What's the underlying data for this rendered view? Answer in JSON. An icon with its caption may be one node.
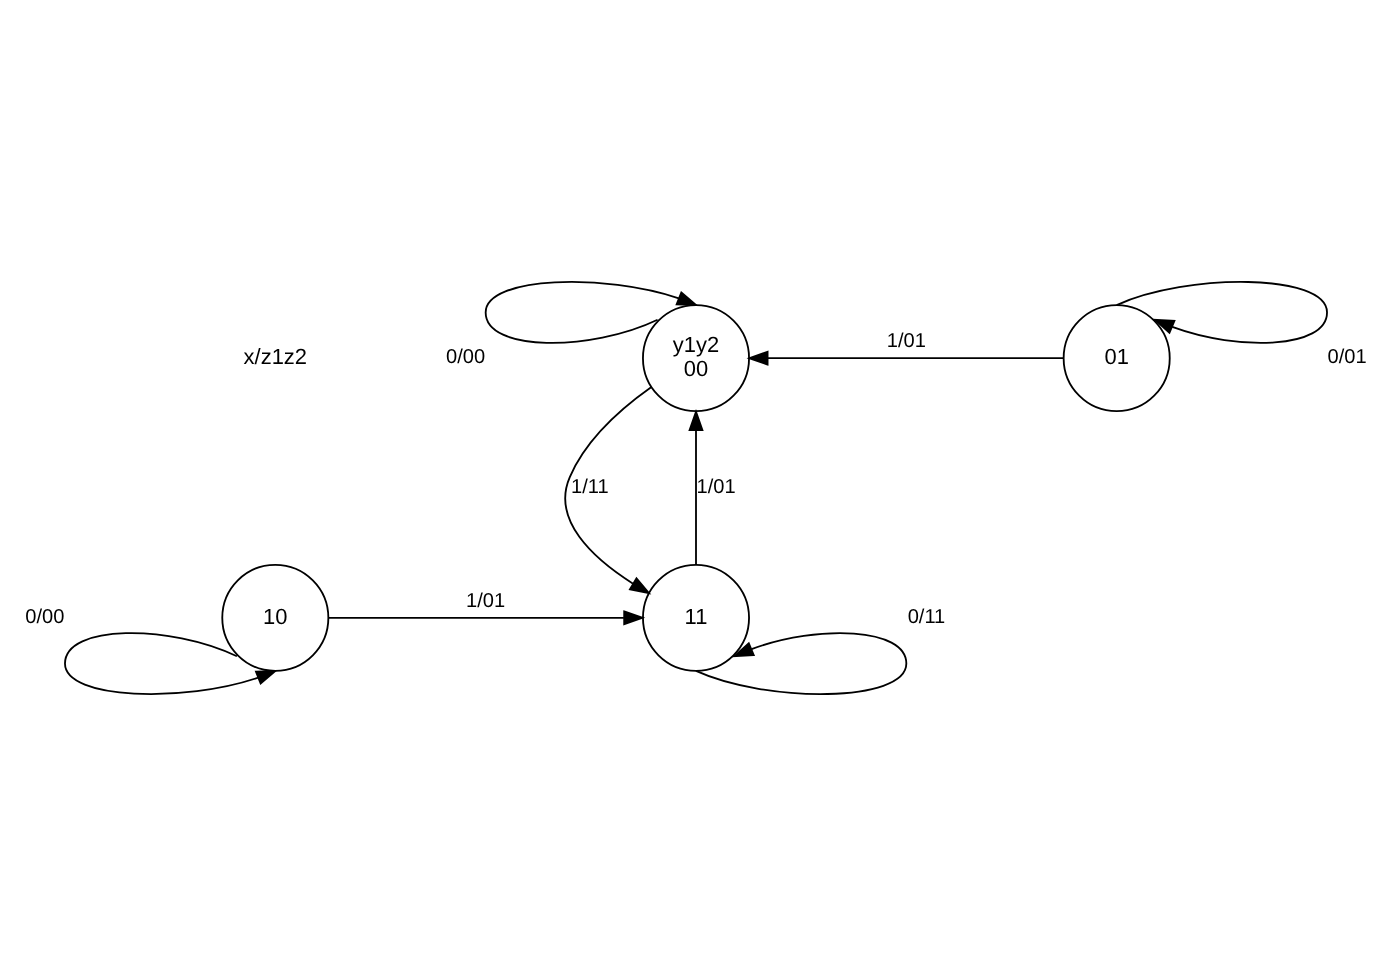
{
  "diagram": {
    "nodes": [
      {
        "text": [
          "y1y2",
          "00"
        ]
      },
      {
        "text": [
          "01"
        ]
      },
      {
        "text": [
          "11"
        ]
      },
      {
        "text": [
          "10"
        ]
      }
    ],
    "edges": [
      {
        "from": 0,
        "to": 0,
        "arrow": "to",
        "label": "0/00"
      },
      {
        "from": 1,
        "to": 0,
        "arrow": "to",
        "label": "1/01"
      },
      {
        "from": 1,
        "to": 1,
        "arrow": "to",
        "label": "0/01"
      },
      {
        "from": 0,
        "to": 2,
        "arrow": "to",
        "label": "1/11"
      },
      {
        "from": 2,
        "to": 0,
        "arrow": "to",
        "label": "1/01"
      },
      {
        "from": 3,
        "to": 2,
        "arrow": "to",
        "label": "1/01"
      },
      {
        "from": 3,
        "to": 3,
        "arrow": "to",
        "label": "0/00"
      },
      {
        "from": 2,
        "to": 2,
        "arrow": "to",
        "label": "0/11"
      }
    ],
    "labels": [
      "x/z1z2"
    ]
  }
}
